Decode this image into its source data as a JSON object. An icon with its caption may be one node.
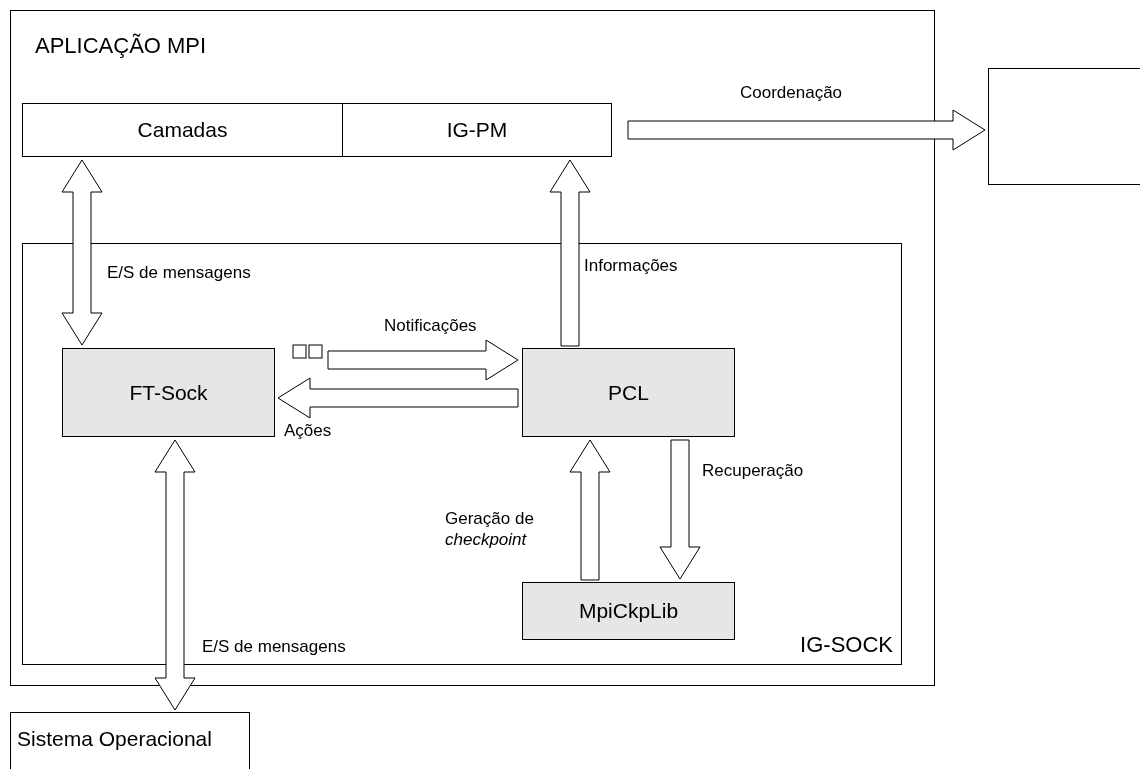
{
  "diagram": {
    "nodes": [
      {
        "text": [
          "APLICAÇÃO MPI"
        ]
      },
      {
        "text": [
          "Camadas"
        ],
        "in": 0
      },
      {
        "text": [
          "IG-PM"
        ],
        "in": 0
      },
      {
        "text": [],
        "shape": "box"
      },
      {
        "text": [
          "IG-SOCK"
        ],
        "in": 0
      },
      {
        "text": [
          "FT-Sock"
        ],
        "in": 4
      },
      {
        "text": [
          "PCL"
        ],
        "in": 4
      },
      {
        "text": [
          "MpiCkpLib"
        ],
        "in": 4
      },
      {
        "text": [
          "Sistema Operacional"
        ]
      }
    ],
    "edges": [
      {
        "from": 2,
        "to": 3,
        "arrow": "to",
        "label": "Coordenação"
      },
      {
        "from": 1,
        "to": 5,
        "arrow": "both",
        "label": "E/S de mensagens"
      },
      {
        "from": 6,
        "to": 2,
        "arrow": "to",
        "label": "Informações"
      },
      {
        "from": 5,
        "to": 6,
        "arrow": "to",
        "label": "Notificações"
      },
      {
        "from": 6,
        "to": 5,
        "arrow": "to",
        "label": "Ações"
      },
      {
        "from": 7,
        "to": 6,
        "arrow": "to",
        "label": "Geração de *checkpoint*"
      },
      {
        "from": 6,
        "to": 7,
        "arrow": "to",
        "label": "Recuperação"
      },
      {
        "from": 5,
        "to": 8,
        "arrow": "both",
        "label": "E/S de mensagens"
      }
    ]
  }
}
